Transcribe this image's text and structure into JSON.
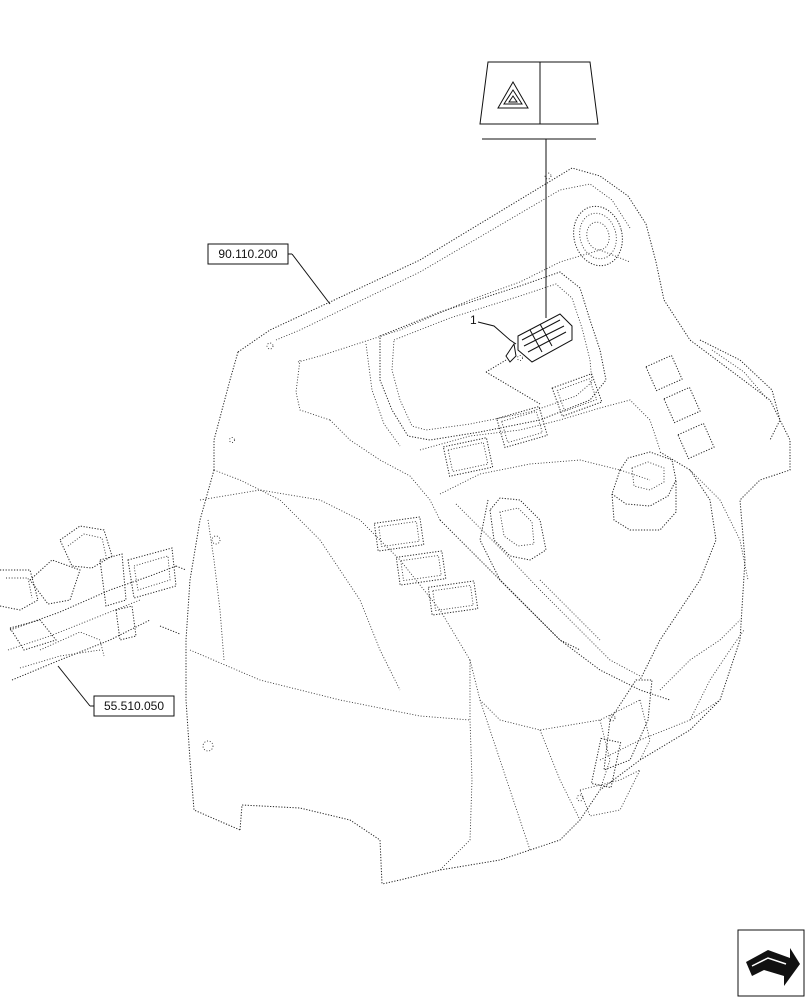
{
  "references": {
    "upper": "90.110.200",
    "lower": "55.510.050"
  },
  "callouts": [
    {
      "number": "1"
    }
  ],
  "symbol_icon": "hazard-warning-triangle-icon",
  "nav_icon": "next-page-arrow-icon"
}
